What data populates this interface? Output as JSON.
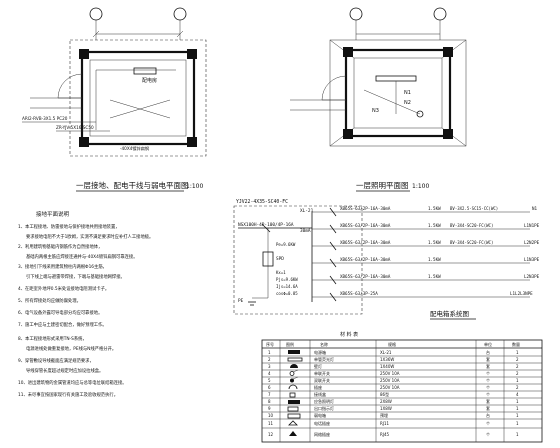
{
  "plan_left": {
    "title": "一层接地、配电干线与弱电平面图",
    "scale": "1:100",
    "room_label": "配电房",
    "notes": [
      "ARI2-RVB-3X1.5 PC20",
      "ZR-YJV-5X16 SC50",
      "-40X4镀锌扁钢"
    ]
  },
  "plan_right": {
    "title": "一层照明平面图",
    "scale": "1:100",
    "circuits": [
      "N1",
      "N2",
      "N3"
    ]
  },
  "design_notes": {
    "heading": "接地平面说明",
    "lines": [
      "1、本工程接地、防雷接地与保护接地共用接地装置，",
      "要求接地电阻不大于1欧姆，实测不满足要求时应补打人工接地极。",
      "2、利用建筑物基础内钢筋作为自然接地体，",
      "基础内两根主筋应焊接连通并与-40X4镀锌扁钢可靠连接。",
      "3、接地引下线采用建筑物柱内两根Φ16主筋，",
      "引下线上端与避雷带焊接，下端与基础接地网焊接。",
      "4、在距室外地坪0.5米处设接地电阻测试卡子。",
      "5、所有焊接处均应做防腐处理。",
      "6、电气设备外露可导电部分均应可靠接地。",
      "7、施工中应与土建密切配合，做好预埋工作。",
      "8、本工程接地形式采用TN-S系统，",
      "电源进线处做重复接地，PE线与N线严格分开。",
      "9、穿管敷设导线截面应满足规范要求，",
      "导线穿管长度超过规定时应加设拉线盒。",
      "10、进出建筑物的金属管道均应与总等电位联结箱连接。",
      "11、未尽事宜按国家现行有关施工及验收规范执行。"
    ]
  },
  "system_diagram": {
    "title": "配电箱系统图",
    "incoming": "YJV22-4X35-SC40-FC",
    "main_breaker": "NSX100H-4P-100/4P-16A",
    "rcd_label": "30mA",
    "box_label": "XL-21",
    "pe_params": [
      "Pe=9.6KW",
      "Kx=1",
      "Pjs=9.6KW",
      "Ijs=14.6A",
      "cosΦ=0.85"
    ],
    "spd": "SPD",
    "ground": "PE",
    "branches": [
      {
        "breaker": "XB65S-63/2P-16A-30mA",
        "power": "1.5KW",
        "cable": "BV-3X2.5-SC15-CC(WC)",
        "circuit": "N1"
      },
      {
        "breaker": "XB65S-63/2P-16A-30mA",
        "power": "1.5KW",
        "cable": "BV-3X4-SC20-FC(WC)",
        "circuit": "L1N1PE"
      },
      {
        "breaker": "XB65S-63/2P-16A-30mA",
        "power": "1.5KW",
        "cable": "BV-3X4-SC20-FC(WC)",
        "circuit": "L2N2PE"
      },
      {
        "breaker": "XB65S-63/2P-16A-30mA",
        "power": "1.5KW",
        "cable": "",
        "circuit": "L1N3PE"
      },
      {
        "breaker": "XB65S-63/2P-16A-30mA",
        "power": "1.5KW",
        "cable": "",
        "circuit": "L2N3PE"
      },
      {
        "breaker": "XB65S-63/3P-25A",
        "power": "",
        "cable": "",
        "circuit": "L1L2L3NPE"
      }
    ],
    "right_caption": "配电箱系统图"
  },
  "legend_table": {
    "title": "材 料 表",
    "headers": [
      "序号",
      "图例",
      "名称",
      "规格",
      "单位",
      "数量"
    ],
    "rows": [
      [
        "1",
        "",
        "电源箱",
        "XL-21",
        "台",
        "1"
      ],
      [
        "2",
        "",
        "单管荧光灯",
        "1X36W",
        "套",
        "2"
      ],
      [
        "3",
        "",
        "壁灯",
        "1X40W",
        "套",
        "2"
      ],
      [
        "4",
        "",
        "单联开关",
        "250V 10A",
        "个",
        "2"
      ],
      [
        "5",
        "",
        "双联开关",
        "250V 10A",
        "个",
        "1"
      ],
      [
        "6",
        "",
        "插座",
        "250V 10A",
        "个",
        "2"
      ],
      [
        "7",
        "",
        "接线盒",
        "86型",
        "个",
        "4"
      ],
      [
        "8",
        "",
        "应急照明灯",
        "2X8W",
        "套",
        "1"
      ],
      [
        "9",
        "",
        "出口指示灯",
        "1X8W",
        "套",
        "1"
      ],
      [
        "10",
        "",
        "弱电箱",
        "预埋",
        "台",
        "1"
      ],
      [
        "11",
        "",
        "电话插座",
        "RJ11",
        "个",
        "1"
      ],
      [
        "12",
        "",
        "网络插座",
        "RJ45",
        "个",
        "1"
      ]
    ]
  }
}
